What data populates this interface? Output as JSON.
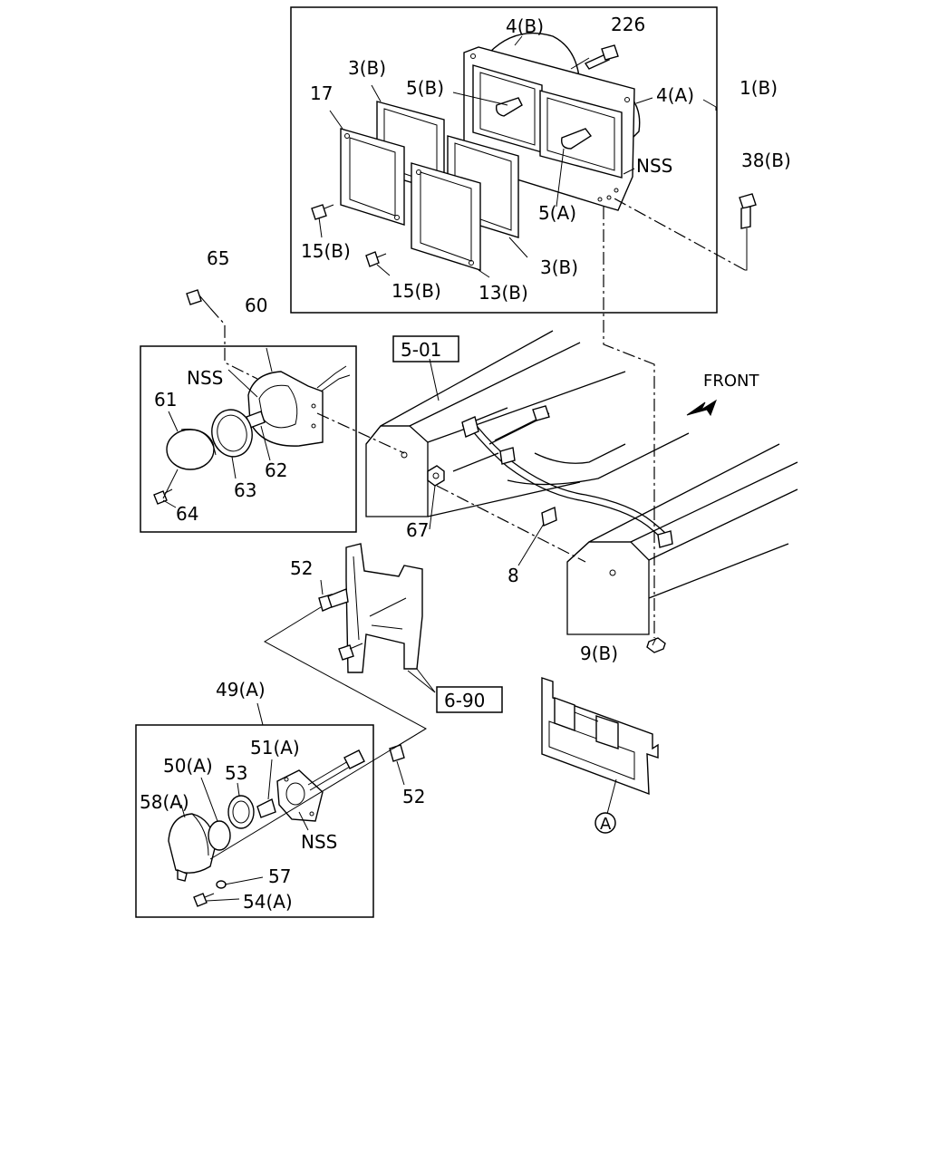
{
  "labels": {
    "l_4b": "4(B)",
    "l_226": "226",
    "l_3b_top": "3(B)",
    "l_5b": "5(B)",
    "l_4a": "4(A)",
    "l_1b": "1(B)",
    "l_17": "17",
    "l_nss_top": "NSS",
    "l_38b": "38(B)",
    "l_5a": "5(A)",
    "l_15b_a": "15(B)",
    "l_3b_bot": "3(B)",
    "l_15b_b": "15(B)",
    "l_13b": "13(B)",
    "l_65": "65",
    "l_60": "60",
    "l_501": "5-01",
    "l_front": "FRONT",
    "l_nss_mid": "NSS",
    "l_61": "61",
    "l_62": "62",
    "l_63": "63",
    "l_64": "64",
    "l_67": "67",
    "l_8": "8",
    "l_52_top": "52",
    "l_9b": "9(B)",
    "l_690": "6-90",
    "l_49a": "49(A)",
    "l_51a": "51(A)",
    "l_50a": "50(A)",
    "l_53": "53",
    "l_58a": "58(A)",
    "l_52_bot": "52",
    "l_nss_bot": "NSS",
    "l_a": "A",
    "l_57": "57",
    "l_54a": "54(A)"
  }
}
